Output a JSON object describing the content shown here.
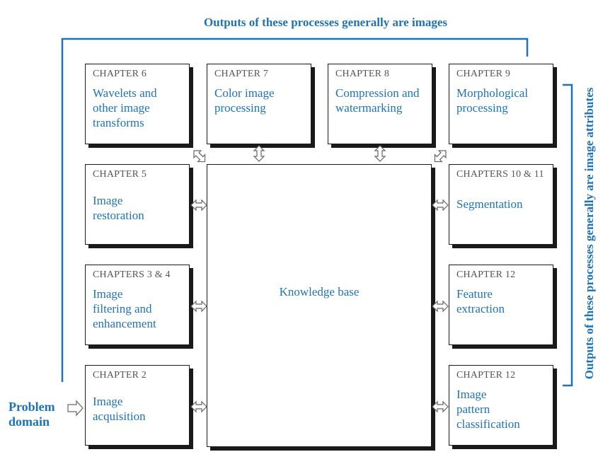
{
  "top_label": "Outputs of these processes generally are images",
  "right_label": "Outputs of these processes generally are image attributes",
  "problem_domain": "Problem\ndomain",
  "knowledge_base": "Knowledge base",
  "boxes": [
    {
      "chapter": "CHAPTER 6",
      "title": "Wavelets and\nother image\ntransforms"
    },
    {
      "chapter": "CHAPTER 7",
      "title": "Color image\nprocessing"
    },
    {
      "chapter": "CHAPTER 8",
      "title": "Compression and\nwatermarking"
    },
    {
      "chapter": "CHAPTER 9",
      "title": "Morphological\nprocessing"
    },
    {
      "chapter": "CHAPTER 5",
      "title": "Image\nrestoration"
    },
    {
      "chapter": "CHAPTERS 10 & 11",
      "title": "Segmentation"
    },
    {
      "chapter": "CHAPTERS 3 & 4",
      "title": "Image\nfiltering and\nenhancement"
    },
    {
      "chapter": "CHAPTER 12",
      "title": "Feature\nextraction"
    },
    {
      "chapter": "CHAPTER 2",
      "title": "Image\nacquisition"
    },
    {
      "chapter": "CHAPTER 12",
      "title": "Image\npattern\nclassification"
    }
  ],
  "colors": {
    "accent": "#1e73b8",
    "outline": "#1a1a1a",
    "chapter_text": "#555555",
    "arrow": "#666666"
  }
}
